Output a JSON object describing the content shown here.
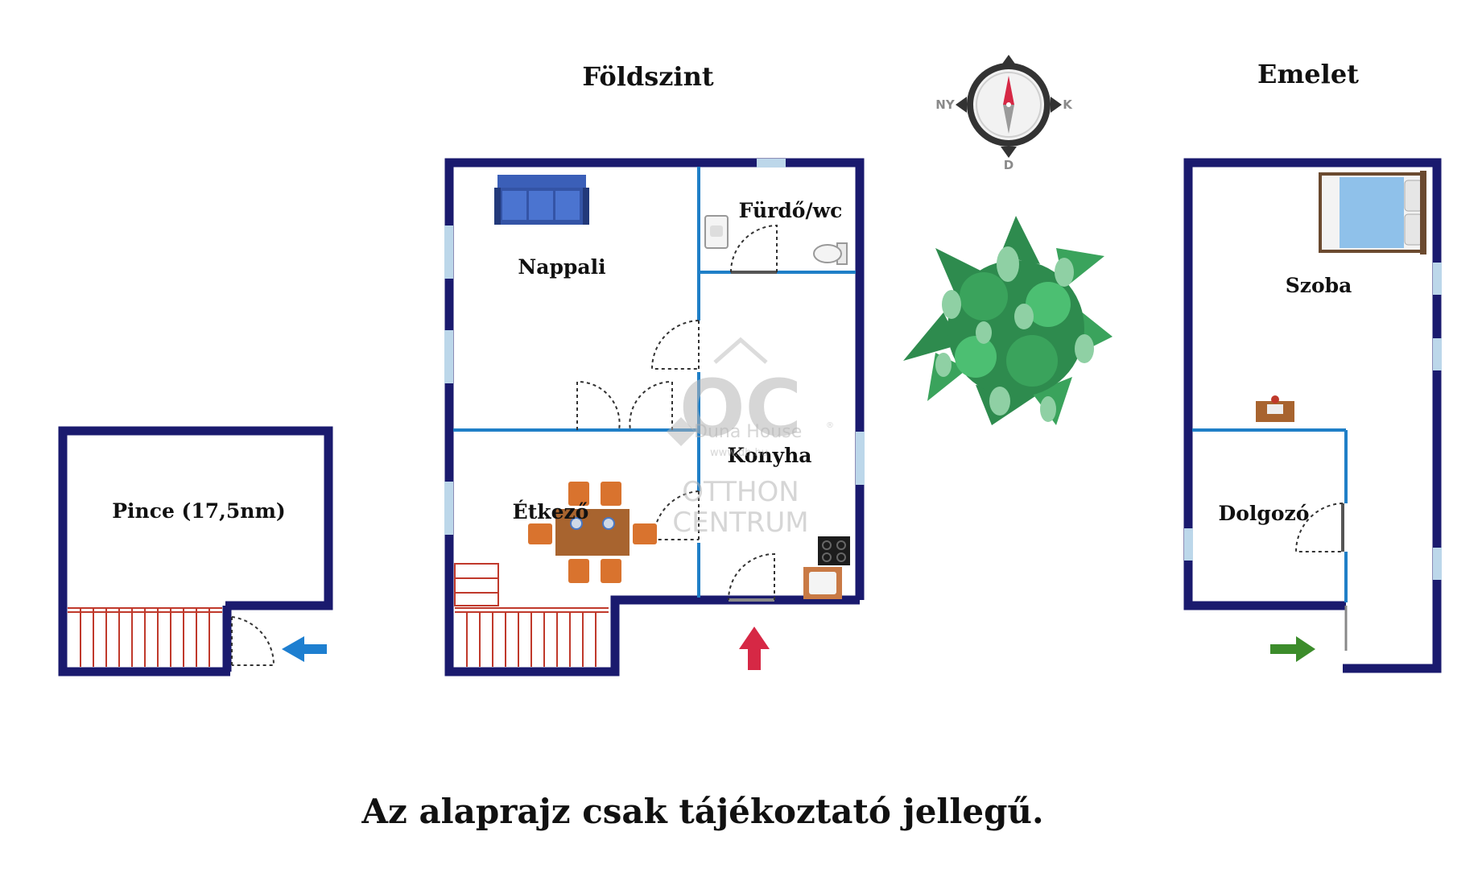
{
  "labels": {
    "title_ground": "Földszint",
    "title_upper": "Emelet",
    "cellar": "Pince (17,5nm)",
    "living": "Nappali",
    "bath": "Fürdő/wc",
    "kitchen": "Konyha",
    "dining": "Étkező",
    "room": "Szoba",
    "study": "Dolgozó",
    "disclaimer": "Az alaprajz csak tájékoztató jellegű."
  },
  "compass": {
    "west": "NY",
    "east": "K",
    "south": "D"
  },
  "watermark": {
    "logo": "OC",
    "brand": "Duna House",
    "registered": "®",
    "url": "www.dh.hu",
    "line1": "OTTHON",
    "line2": "CENTRUM"
  },
  "colors": {
    "outer_wall": "#1a1a6e",
    "inner_wall": "#1f7fc7",
    "window": "#bcd7ea",
    "stairs": "#c0392b",
    "arrow_blue": "#1e7fd0",
    "arrow_red": "#d62845",
    "arrow_green": "#3c8c2b",
    "plant": "#2e8b4e"
  }
}
